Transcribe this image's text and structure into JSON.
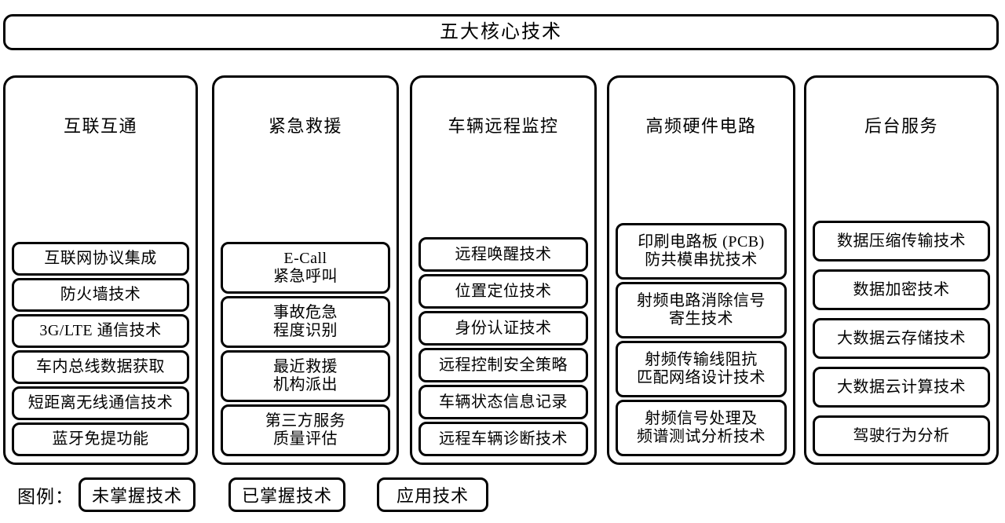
{
  "title": {
    "text": "五大核心技术"
  },
  "columns": [
    {
      "id": "interconnection",
      "header": "互联互通",
      "items": [
        {
          "lines": [
            "互联网协议集成"
          ]
        },
        {
          "lines": [
            "防火墙技术"
          ]
        },
        {
          "lines": [
            "3G/LTE 通信技术"
          ]
        },
        {
          "lines": [
            "车内总线数据获取"
          ]
        },
        {
          "lines": [
            "短距离无线通信技术"
          ]
        },
        {
          "lines": [
            "蓝牙免提功能"
          ]
        }
      ]
    },
    {
      "id": "emergency-rescue",
      "header": "紧急救援",
      "items": [
        {
          "lines": [
            "E-Call",
            "紧急呼叫"
          ]
        },
        {
          "lines": [
            "事故危急",
            "程度识别"
          ]
        },
        {
          "lines": [
            "最近救援",
            "机构派出"
          ]
        },
        {
          "lines": [
            "第三方服务",
            "质量评估"
          ]
        }
      ]
    },
    {
      "id": "vehicle-remote-monitoring",
      "header": "车辆远程监控",
      "items": [
        {
          "lines": [
            "远程唤醒技术"
          ]
        },
        {
          "lines": [
            "位置定位技术"
          ]
        },
        {
          "lines": [
            "身份认证技术"
          ]
        },
        {
          "lines": [
            "远程控制安全策略"
          ]
        },
        {
          "lines": [
            "车辆状态信息记录"
          ]
        },
        {
          "lines": [
            "远程车辆诊断技术"
          ]
        }
      ]
    },
    {
      "id": "high-frequency-hardware-circuit",
      "header": "高频硬件电路",
      "items": [
        {
          "lines": [
            "印刷电路板 (PCB)",
            "防共模串扰技术"
          ]
        },
        {
          "lines": [
            "射频电路消除信号",
            "寄生技术"
          ]
        },
        {
          "lines": [
            "射频传输线阻抗",
            "匹配网络设计技术"
          ]
        },
        {
          "lines": [
            "射频信号处理及",
            "频谱测试分析技术"
          ]
        }
      ]
    },
    {
      "id": "backend-service",
      "header": "后台服务",
      "items": [
        {
          "lines": [
            "数据压缩传输技术"
          ]
        },
        {
          "lines": [
            "数据加密技术"
          ]
        },
        {
          "lines": [
            "大数据云存储技术"
          ]
        },
        {
          "lines": [
            "大数据云计算技术"
          ]
        },
        {
          "lines": [
            "驾驶行为分析"
          ]
        }
      ]
    }
  ],
  "legend": {
    "label": "图例：",
    "entries": [
      {
        "text": "未掌握技术"
      },
      {
        "text": "已掌握技术"
      },
      {
        "text": "应用技术"
      }
    ]
  },
  "colors": {
    "stroke": "#000000",
    "background": "#ffffff",
    "text": "#000000"
  }
}
